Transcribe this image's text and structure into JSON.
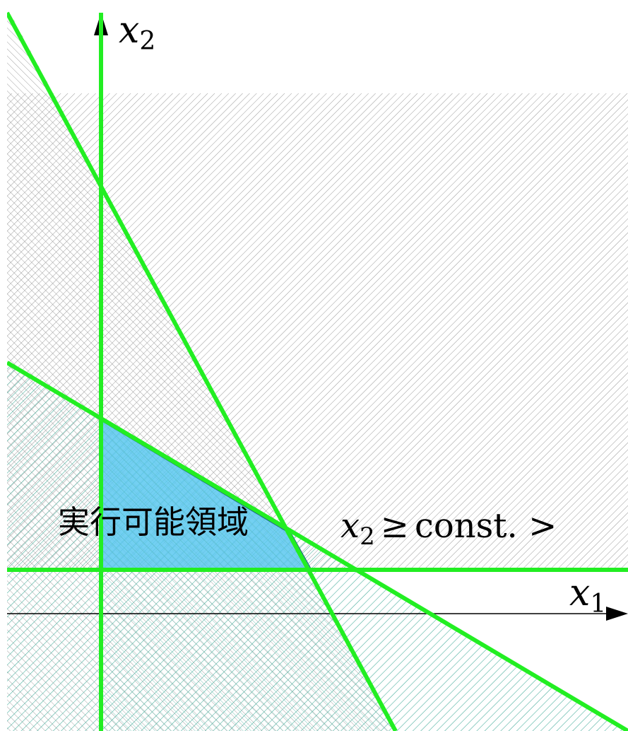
{
  "figure": {
    "axis_labels": {
      "x_var": "x",
      "x_sub": "1",
      "y_var": "x",
      "y_sub": "2"
    },
    "region_label": "実行可能領域",
    "constraint_label": {
      "var": "x",
      "sub": "2",
      "relation": "≥",
      "rhs": "const. >"
    },
    "colors": {
      "constraint_line": "#22ee22",
      "feasible_fill": "#5bc8f0",
      "hatch_gray": "#9a9a9a",
      "hatch_teal": "#4fb0a0",
      "axis": "#000000"
    }
  }
}
